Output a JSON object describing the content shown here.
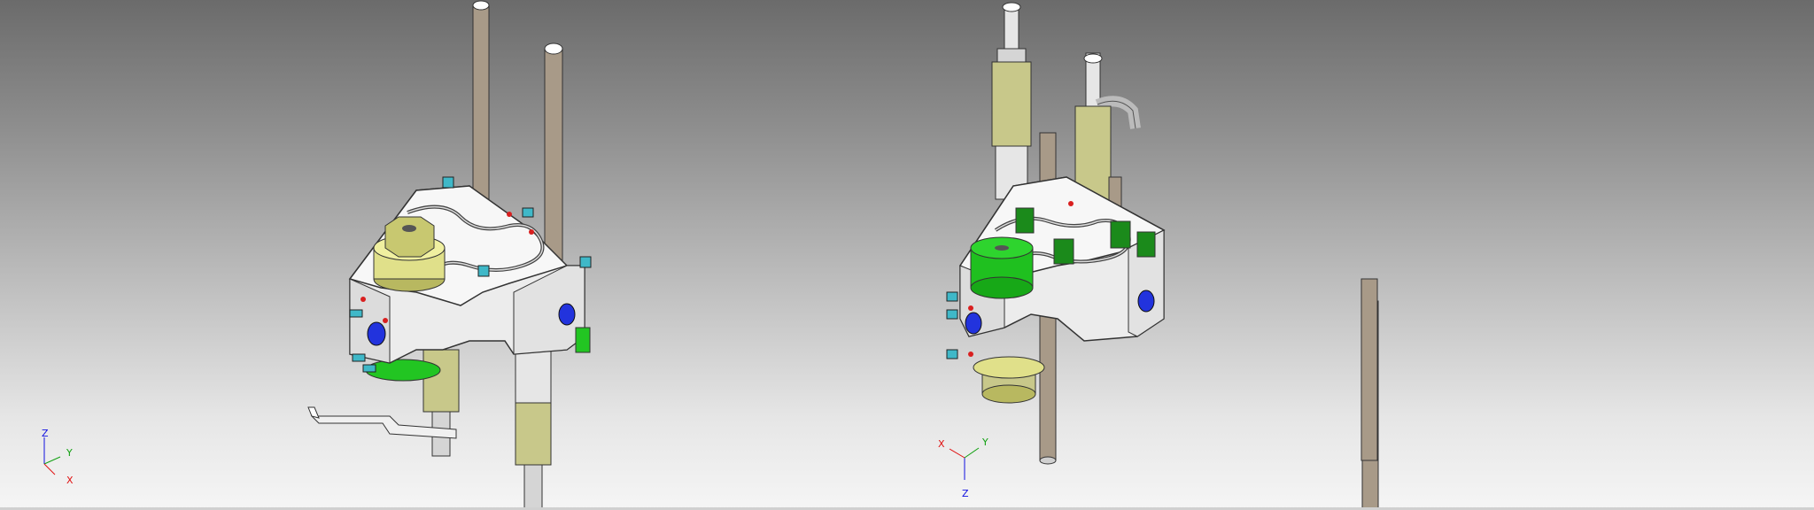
{
  "view": {
    "background": [
      "#6b6b6b",
      "#f5f5f5"
    ],
    "colors": {
      "metal": "#e6e6e6",
      "yellow": "#c8c88a",
      "green": "#22c522",
      "blue": "#2233dd",
      "cyan": "#3fb8c8",
      "red": "#d91f1f",
      "rod": "#a89a88"
    }
  },
  "triad_left": {
    "x": "X",
    "y": "Y",
    "z": "Z",
    "x_color": "#e01010",
    "y_color": "#10a010",
    "z_color": "#1010e0"
  },
  "triad_right": {
    "x": "X",
    "y": "Y",
    "z": "Z",
    "x_color": "#e01010",
    "y_color": "#10a010",
    "z_color": "#1010e0"
  }
}
